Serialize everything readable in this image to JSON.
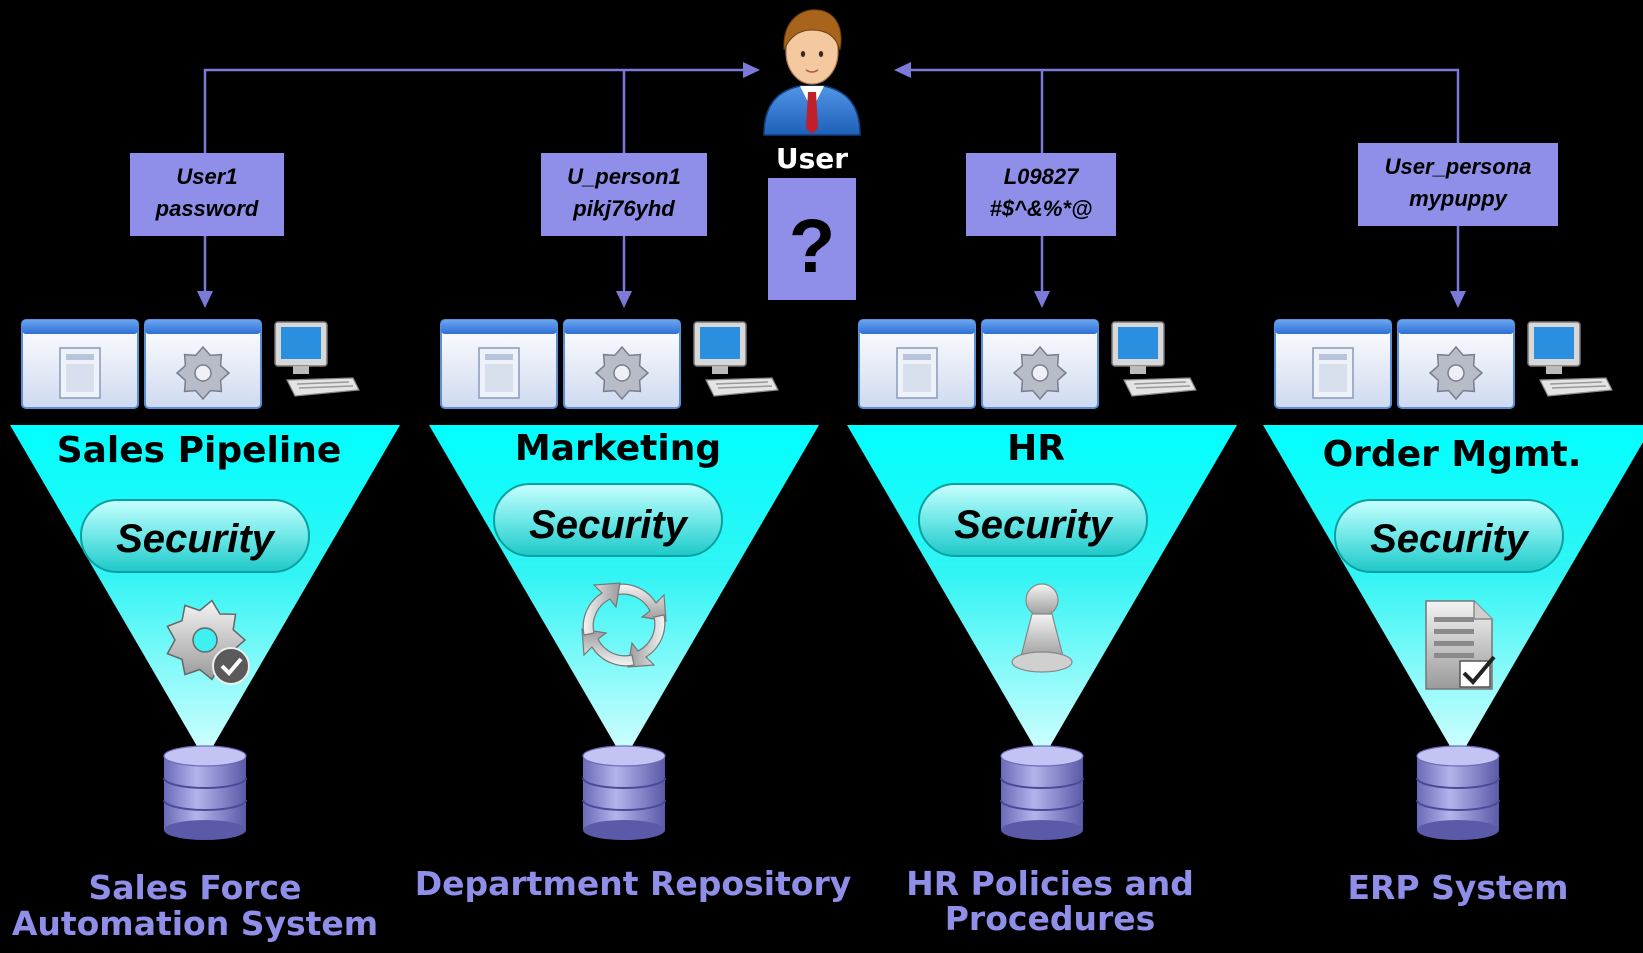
{
  "user": {
    "label": "User",
    "unknown_mark": "?"
  },
  "columns": [
    {
      "credentials": [
        "User1",
        "password"
      ],
      "title": "Sales Pipeline",
      "security": "Security",
      "center_icon": "gear-check-icon",
      "bottom": [
        "Sales Force",
        "Automation System"
      ]
    },
    {
      "credentials": [
        "U_person1",
        "pikj76yhd"
      ],
      "title": "Marketing",
      "security": "Security",
      "center_icon": "recycle-arrows-icon",
      "bottom": [
        "Department Repository"
      ]
    },
    {
      "credentials": [
        "L09827",
        "#$^&%*@"
      ],
      "title": "HR",
      "security": "Security",
      "center_icon": "pawn-icon",
      "bottom": [
        "HR Policies and",
        "Procedures"
      ]
    },
    {
      "credentials": [
        "User_persona",
        "mypuppy"
      ],
      "title": "Order Mgmt.",
      "security": "Security",
      "center_icon": "document-check-icon",
      "bottom": [
        "ERP System"
      ]
    }
  ],
  "colors": {
    "background": "#000000",
    "accent": "#8f8ee8",
    "line": "#7b7ad9",
    "funnel": "#00ffff"
  }
}
